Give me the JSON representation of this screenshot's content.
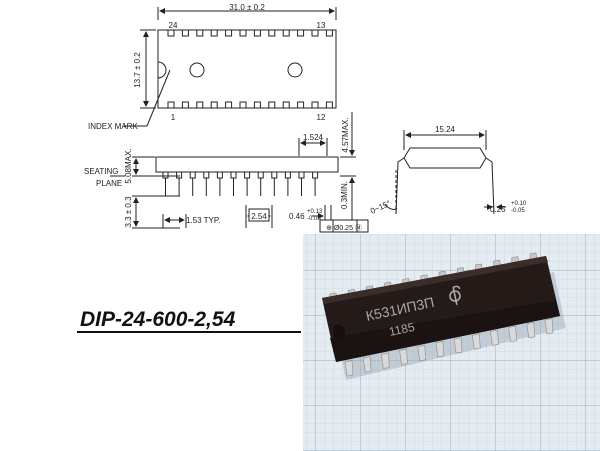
{
  "drawing": {
    "top_view": {
      "length": "31.0 ± 0.2",
      "width": "13.7 ± 0.2",
      "pin_tl": "24",
      "pin_tr": "13",
      "pin_bl": "1",
      "pin_br": "12",
      "index_mark": "INDEX MARK"
    },
    "side_view": {
      "pitch_small": "1.524",
      "height_max": "4.57MAX.",
      "body_max": "5.08MAX.",
      "seating_1": "SEATING",
      "seating_2": "PLANE",
      "standoff_min": "0.3MIN.",
      "lead_len": "3.3 ± 0.3",
      "typ_pitch": "1.53 TYP.",
      "pitch": "2.54",
      "lead_width": "0.46",
      "lead_width_tol_plus": "+0.13",
      "lead_width_tol_minus": "-0.08",
      "tolerance": "⊕ Ø0.25 Ⓜ"
    },
    "end_view": {
      "row_spacing": "15.24",
      "angle": "0~15°",
      "thickness": "0.25",
      "thickness_tol_plus": "+0.10",
      "thickness_tol_minus": "-0.05"
    }
  },
  "package_name": "DIP-24-600-2,54",
  "photo": {
    "chip_label_1": "К531ИП3П",
    "chip_label_2": "1185"
  },
  "colors": {
    "line": "#222222",
    "grid_bg": "#dfe8ef",
    "grid_line": "#a9bccd",
    "chip_body": "#241a18",
    "lead": "#d9d9d9"
  }
}
